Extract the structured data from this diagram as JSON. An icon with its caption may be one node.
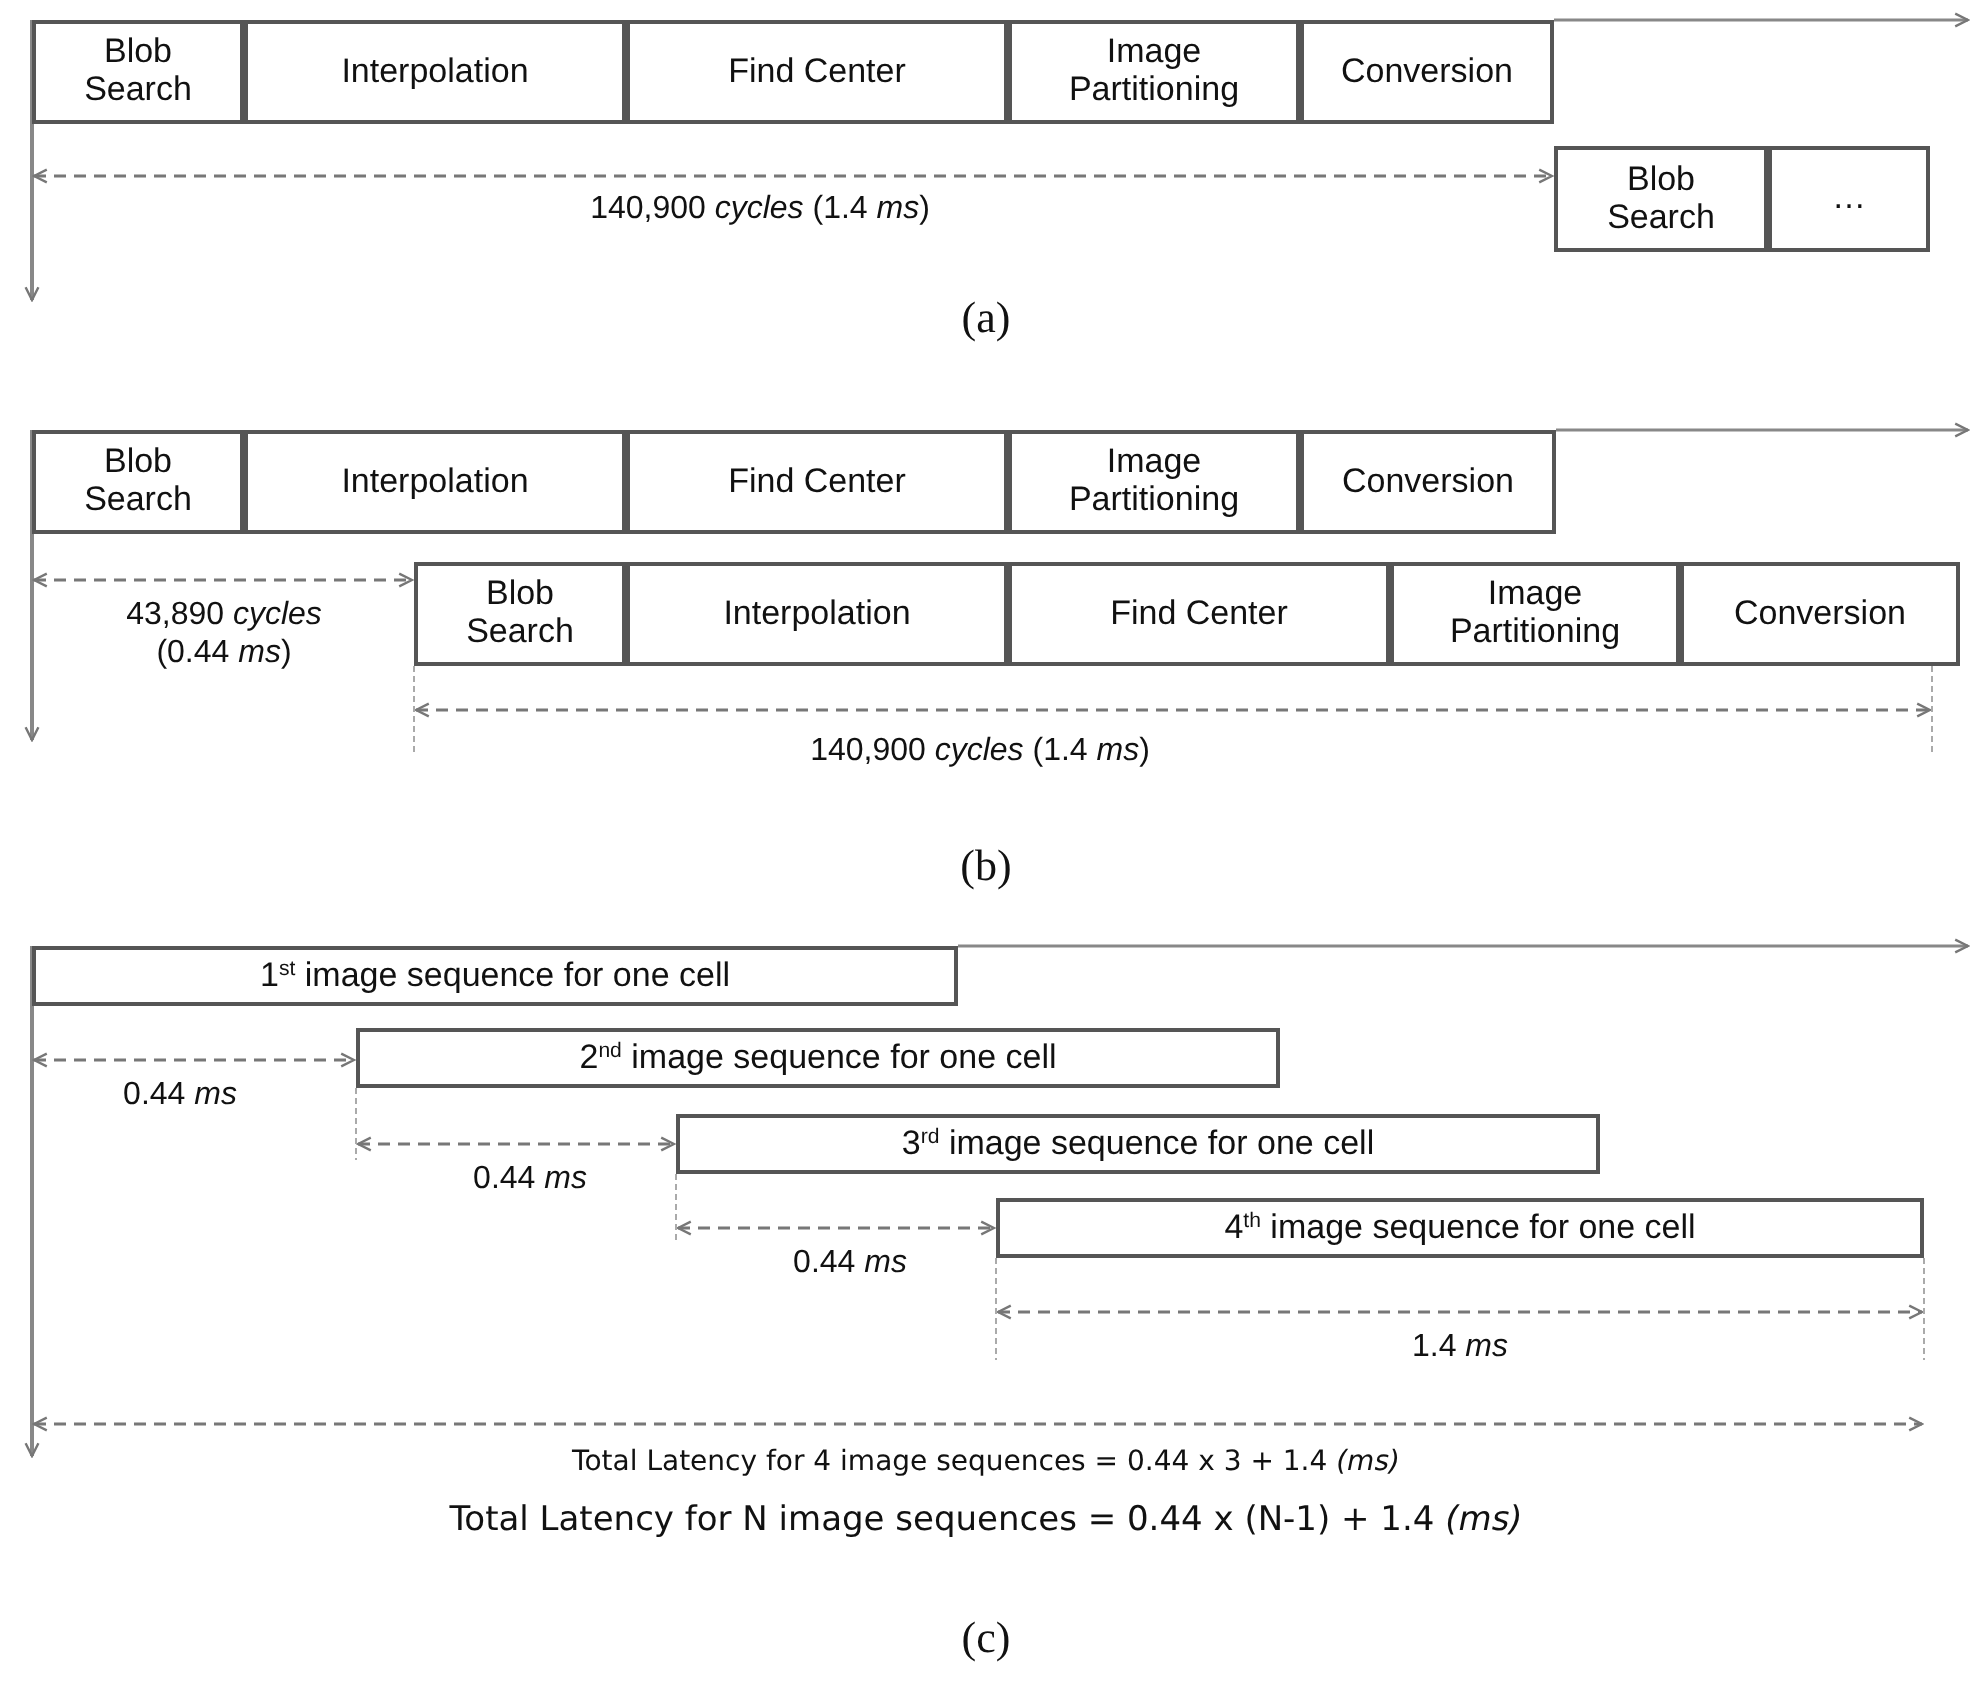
{
  "diagram": {
    "nodes": [
      {
        "text": [
          "Blob Search"
        ]
      },
      {
        "text": [
          "Interpolation"
        ]
      },
      {
        "text": [
          "Find Center"
        ]
      },
      {
        "text": [
          "Image Partitioning"
        ]
      },
      {
        "text": [
          "Conversion"
        ]
      },
      {
        "text": [
          "Blob Search"
        ]
      },
      {
        "text": [
          "…"
        ]
      },
      {
        "text": [
          "Blob Search"
        ]
      },
      {
        "text": [
          "Interpolation"
        ]
      },
      {
        "text": [
          "Find Center"
        ]
      },
      {
        "text": [
          "Image Partitioning"
        ]
      },
      {
        "text": [
          "Conversion"
        ]
      },
      {
        "text": [
          "Blob Search"
        ]
      },
      {
        "text": [
          "Interpolation"
        ]
      },
      {
        "text": [
          "Find Center"
        ]
      },
      {
        "text": [
          "Image Partitioning"
        ]
      },
      {
        "text": [
          "Conversion"
        ]
      },
      {
        "text": [
          "1$^{st}$ image sequence for one cell"
        ]
      },
      {
        "text": [
          "2$^{nd}$ image sequence for one cell"
        ]
      },
      {
        "text": [
          "3$^{rd}$ image sequence for one cell"
        ]
      },
      {
        "text": [
          "4$^{th}$ image sequence for one cell"
        ]
      }
    ],
    "labels": [
      "140,900 *cycles* (1.4 *ms*)",
      "(a)",
      "43,890 *cycles* (0.44 *ms*)",
      "140,900 *cycles* (1.4 *ms*)",
      "(b)",
      "0.44 *ms*",
      "0.44 *ms*",
      "0.44 *ms*",
      "1.4 *ms*",
      "Total Latency for 4 image sequences = 0.44 x 3 + 1.4 *(ms)*",
      "Total Latency for N image sequences = 0.44 x (N-1) + 1.4 *(ms)*",
      "(c)"
    ]
  }
}
